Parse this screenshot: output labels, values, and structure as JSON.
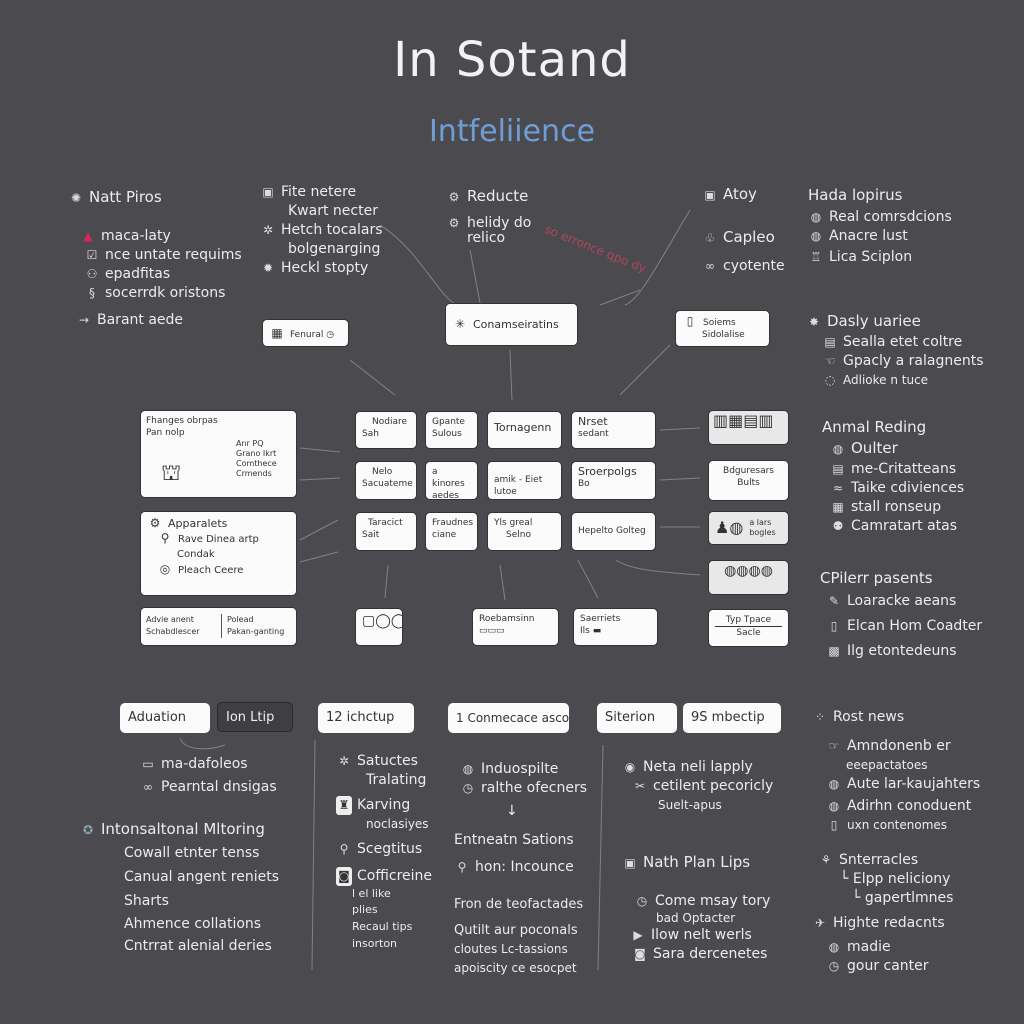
{
  "title": "In Sotand",
  "subtitle": "Intfeliience",
  "red_note": "so erronce qpo dy",
  "colors": {
    "background": "#4b4b4f",
    "accent": "#6f9ed6",
    "note": "#b0445a"
  },
  "group_a": {
    "heading": "Natt Piros",
    "items": [
      "maca-laty",
      "nce untate requims",
      "epadfitas",
      "socerrdk oristons"
    ],
    "footer": "Barant aede"
  },
  "group_b": {
    "items": [
      "Fite netere",
      "Kwart necter",
      "Hetch tocalars",
      "bolgenarging",
      "Heckl stopty"
    ]
  },
  "group_c": {
    "items": [
      "Reducte",
      "helidy do",
      "relico"
    ]
  },
  "group_d": {
    "items": [
      "Atoy",
      "Capleo",
      "cyotente"
    ]
  },
  "group_e": {
    "heading": "Hada lopirus",
    "items": [
      "Real comrsdcions",
      "Anacre lust",
      "Lica Sciplon"
    ]
  },
  "group_f": {
    "heading": "Dasly uariee",
    "items": [
      "Sealla etet coltre",
      "Gpacly a ralagnents",
      "Adlioke n tuce"
    ]
  },
  "top_boxes": [
    "Fenural",
    "Conamseiratins",
    "Soiems",
    "Sidolalise"
  ],
  "left_boxes": {
    "b1": [
      "Fhanges obrpas",
      "Pan nolp",
      "Anr PQ",
      "Grano Ikrt",
      "Comthece",
      "Crmends"
    ],
    "b2": [
      "Apparalets",
      "Rave Dinea artp",
      "Condak",
      "Pleach Ceere"
    ],
    "b3": [
      "Advie anent",
      "Schabdlescer",
      "Polead",
      "Pakan-ganting"
    ]
  },
  "grid": [
    [
      "Nodiare",
      "Sah",
      "Gpante",
      "Sulous",
      "Tornagenn",
      "",
      "Nrset",
      "sedant"
    ],
    [
      "Nelo",
      "Sacuateme",
      "a kinores",
      "aedes",
      "amik - Eiet",
      "lutoe",
      "Sroerpolgs",
      "Bo"
    ],
    [
      "Taracict",
      "Sait",
      "Fraudnes",
      "ciane",
      "Yls greal",
      "Selno",
      "Hepelto Golteg",
      ""
    ]
  ],
  "bottom_boxes": [
    "Roebamsinn",
    "Saerriets",
    "Ils"
  ],
  "right_boxes": [
    "Bdguresars",
    "Bults",
    "a lars",
    "bogles",
    "Typ Tpace",
    "Sacle"
  ],
  "group_g": {
    "heading": "Anmal Reding",
    "items": [
      "Oulter",
      "me-Critatteans",
      "Taike cdiviences",
      "stall ronseup",
      "Camratart atas"
    ]
  },
  "group_h": {
    "heading": "CPilerr pasents",
    "items": [
      "Loaracke aeans",
      "Elcan Hom Coadter",
      "Ilg etontedeuns"
    ]
  },
  "pills": [
    "Aduation",
    "Ion Ltip",
    "12 ichctup",
    "1 Conmecace asco",
    "Siterion",
    "9S mbectip"
  ],
  "col1": {
    "items": [
      "ma-dafoleos",
      "Pearntal dnsigas"
    ],
    "heading": "Intonsaltonal Mltoring",
    "sub": [
      "Cowall etnter tenss",
      "Canual angent reniets",
      "Sharts",
      "Ahmence collations",
      "Cntrrat alenial deries"
    ]
  },
  "col2": {
    "items": [
      "Satuctes",
      "Tralating",
      "Karving",
      "noclasiyes",
      "Scegtitus",
      "Cofficreine",
      "l el like",
      "plies",
      "Recaul tips",
      "insorton"
    ]
  },
  "col3": {
    "items": [
      "Induospilte",
      "ralthe ofecners",
      "↓",
      "Entneatn Sations",
      "hon: Incounce",
      "Fron de teofactades",
      "Qutilt aur poconals",
      "cloutes Lc-tassions",
      "apoiscity ce esocpet"
    ]
  },
  "col4": {
    "items": [
      "Neta neli lapply",
      "cetilent pecoricly",
      "Suelt-apus",
      "Nath Plan Lips",
      "Come msay tory",
      "bad Optacter",
      "Ilow nelt werls",
      "Sara dercenetes"
    ]
  },
  "col5": {
    "items": [
      "Rost news",
      "Amndonenb er",
      "eeepactatoes",
      "Aute lar-kaujahters",
      "Adirhn conoduent",
      "uxn contenomes",
      "Snterracles",
      "Elpp neliciony",
      "gapertlmnes",
      "Highte redacnts",
      "madie",
      "gour canter"
    ]
  }
}
